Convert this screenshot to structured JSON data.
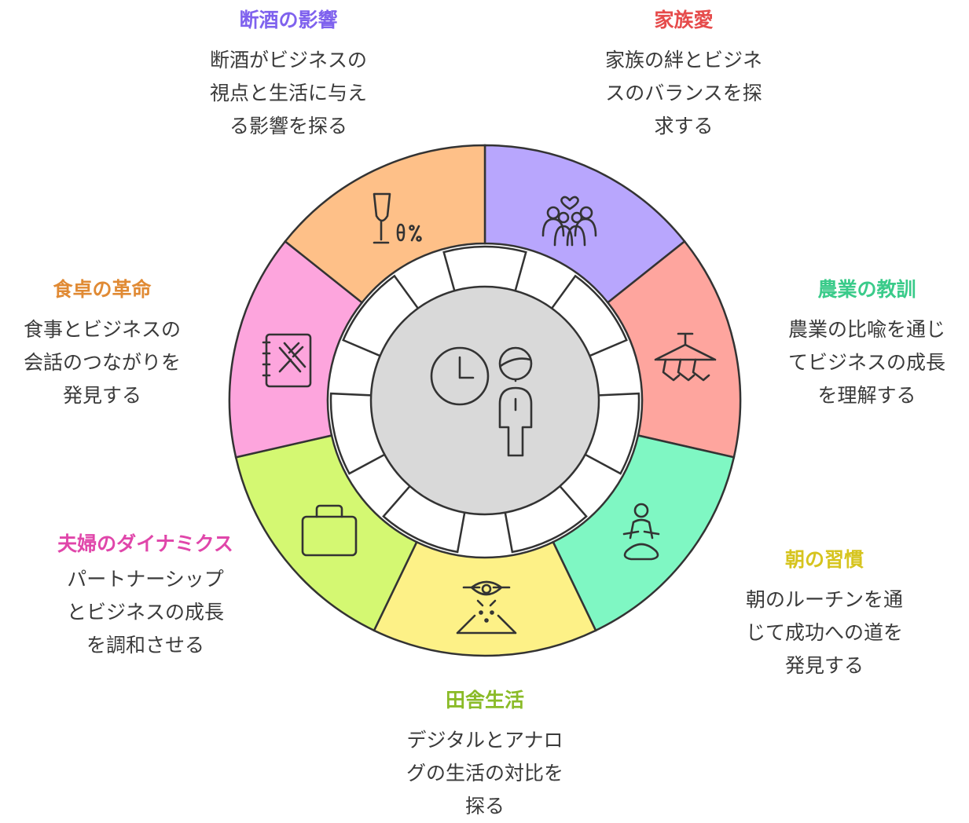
{
  "colors": {
    "outline": "#333333",
    "center_fill": "#d9d9d9",
    "gap_fill": "#ffffff"
  },
  "segments": [
    {
      "key": "alcohol",
      "title": "断酒の影響",
      "desc": [
        "断酒がビジネスの",
        "視点と生活に与え",
        "る影響を探る"
      ],
      "fill": "#b8a6fd",
      "title_color": "#7f62ee",
      "icon": "wine-glass-zero-percent-icon"
    },
    {
      "key": "family",
      "title": "家族愛",
      "desc": [
        "家族の絆とビジネ",
        "スのバランスを探",
        "求する"
      ],
      "fill": "#fea59e",
      "title_color": "#e64b4b",
      "icon": "family-heart-icon"
    },
    {
      "key": "farming",
      "title": "農業の教訓",
      "desc": [
        "農業の比喩を通じ",
        "てビジネスの成長",
        "を理解する"
      ],
      "fill": "#7ff7c3",
      "title_color": "#3acb8a",
      "icon": "plow-icon"
    },
    {
      "key": "morning",
      "title": "朝の習慣",
      "desc": [
        "朝のルーチンを通",
        "じて成功への道を",
        "発見する"
      ],
      "fill": "#fdf187",
      "title_color": "#d6c41e",
      "icon": "meditation-icon"
    },
    {
      "key": "countryside",
      "title": "田舎生活",
      "desc": [
        "デジタルとアナロ",
        "グの生活の対比を",
        "探る"
      ],
      "fill": "#d4f872",
      "title_color": "#8abb27",
      "icon": "drone-icon"
    },
    {
      "key": "couple",
      "title": "夫婦のダイナミクス",
      "desc": [
        "パートナーシップ",
        "とビジネスの成長",
        "を調和させる"
      ],
      "fill": "#fda5dd",
      "title_color": "#e046aa",
      "icon": "briefcase-icon"
    },
    {
      "key": "dining",
      "title": "食卓の革命",
      "desc": [
        "食事とビジネスの",
        "会話のつながりを",
        "発見する"
      ],
      "fill": "#fec088",
      "title_color": "#e08a34",
      "icon": "menu-book-fork-knife-icon"
    }
  ],
  "center": {
    "icon": "clock-and-person-icon"
  }
}
